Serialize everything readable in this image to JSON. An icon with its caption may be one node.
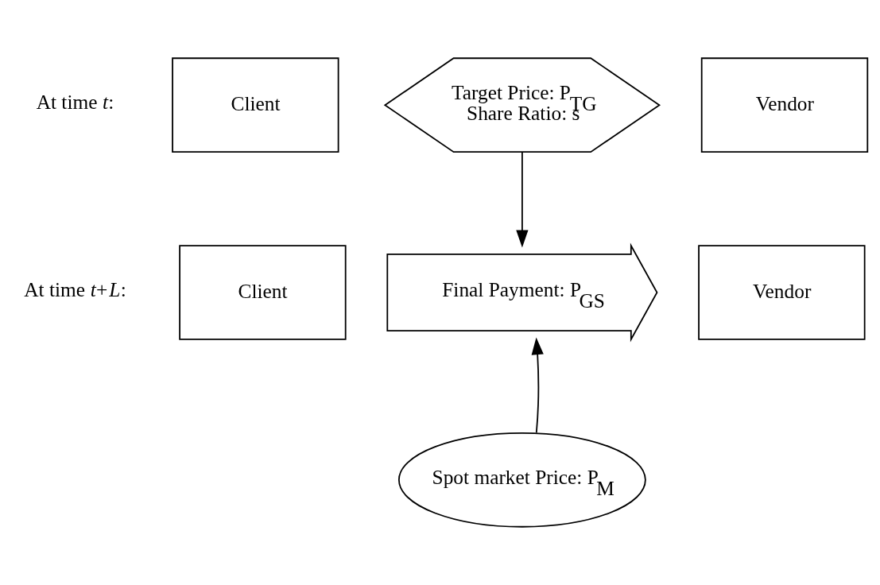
{
  "diagram": {
    "nodes": [
      {
        "text": [
          "Client"
        ]
      },
      {
        "text": [
          "Target Price: P$_{TG}$",
          "Share Ratio: s"
        ]
      },
      {
        "text": [
          "Vendor"
        ]
      },
      {
        "text": [
          "Client"
        ]
      },
      {
        "text": [
          "Final Payment: P$_{GS}$"
        ]
      },
      {
        "text": [
          "Vendor"
        ]
      },
      {
        "text": [
          "Spot market Price: P$_{M}$"
        ]
      }
    ],
    "edges": [
      {
        "from": 1,
        "to": 4,
        "arrow": "to"
      },
      {
        "from": 6,
        "to": 4,
        "arrow": "to"
      }
    ],
    "labels": [
      "At time *t*:",
      "At time *t*+*L*:"
    ]
  }
}
